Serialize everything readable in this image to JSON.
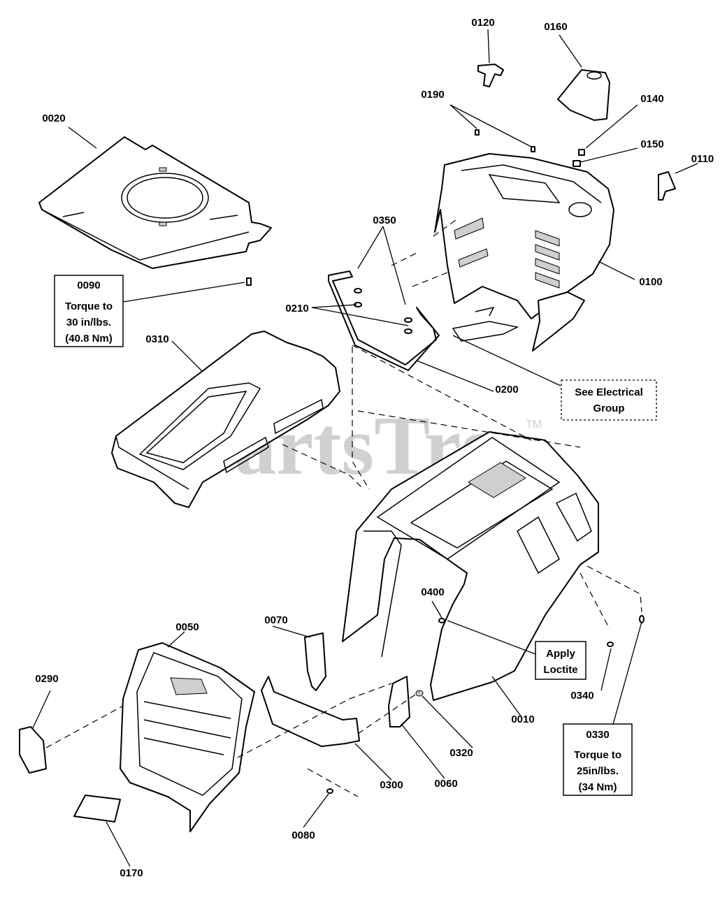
{
  "watermark": {
    "text": "PartsTree",
    "trademark": "TM"
  },
  "callouts": {
    "p0010": "0010",
    "p0020": "0020",
    "p0050": "0050",
    "p0060": "0060",
    "p0070": "0070",
    "p0080": "0080",
    "p0100": "0100",
    "p0110": "0110",
    "p0120": "0120",
    "p0140": "0140",
    "p0150": "0150",
    "p0160": "0160",
    "p0170": "0170",
    "p0190": "0190",
    "p0200": "0200",
    "p0210": "0210",
    "p0290": "0290",
    "p0300": "0300",
    "p0310": "0310",
    "p0320": "0320",
    "p0340": "0340",
    "p0350": "0350",
    "p0400": "0400"
  },
  "notes": {
    "n0090": {
      "part": "0090",
      "line1": "Torque to",
      "line2": "30 in/lbs.",
      "line3": "(40.8 Nm)"
    },
    "n0330": {
      "part": "0330",
      "line1": "Torque to",
      "line2": "25in/lbs.",
      "line3": "(34 Nm)"
    },
    "apply_loctite": {
      "line1": "Apply",
      "line2": "Loctite"
    },
    "see_electrical": {
      "line1": "See Electrical",
      "line2": "Group"
    }
  }
}
